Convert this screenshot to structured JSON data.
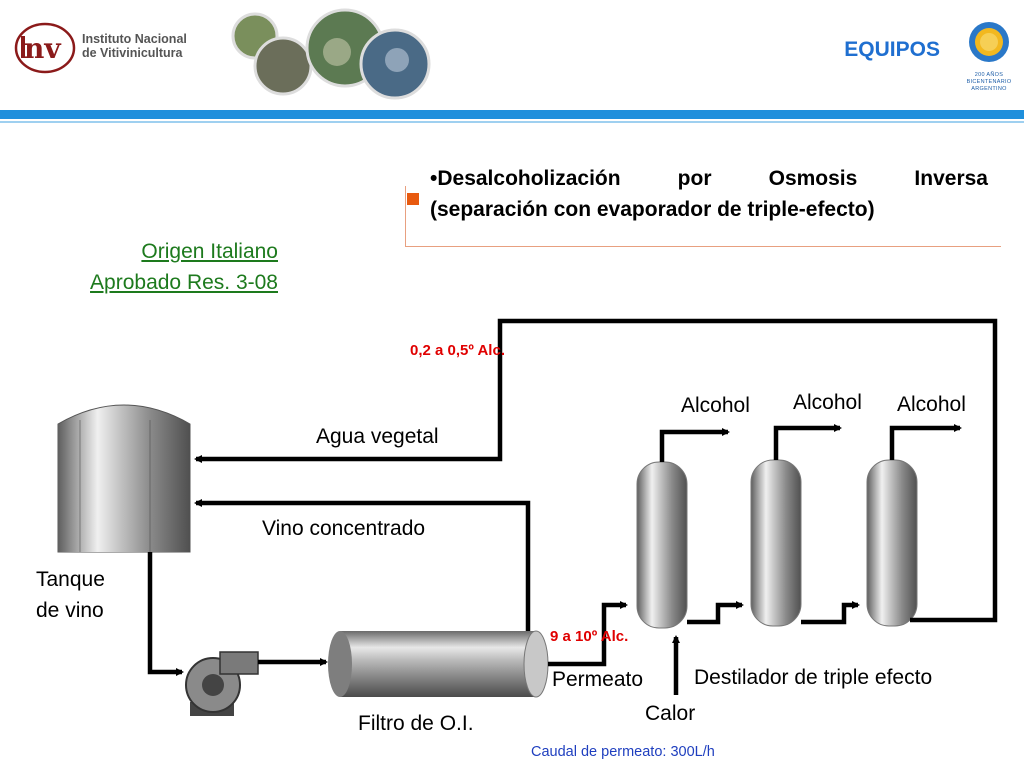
{
  "header": {
    "logo_lines": [
      "Instituto Nacional",
      "de Vitivinicultura"
    ],
    "title": "EQUIPOS",
    "seal_lines": [
      "200 AÑOS",
      "BICENTENARIO",
      "ARGENTINO"
    ]
  },
  "bullet": {
    "line1": "•Desalcoholización por Osmosis Inversa",
    "line2": "(separación con evaporador de triple-efecto)"
  },
  "origin": {
    "line1": "Origen Italiano",
    "line2": "Aprobado Res. 3-08"
  },
  "diagram": {
    "tank_label_1": "Tanque",
    "tank_label_2": "de vino",
    "agua_vegetal": "Agua vegetal",
    "vino_concentrado": "Vino concentrado",
    "filtro": "Filtro de O.I.",
    "permeato": "Permeato",
    "calor": "Calor",
    "destilador": "Destilador de triple efecto",
    "alcohol_1": "Alcohol",
    "alcohol_2": "Alcohol",
    "alcohol_3": "Alcohol",
    "alc_low": "0,2 a 0,5º Alc.",
    "alc_high": "9 a 10º Alc."
  },
  "caption": "Caudal de permeato: 300L/h",
  "colors": {
    "accent_blue": "#1f8fdc",
    "title_blue": "#1f6fd0",
    "bullet_orange": "#e85a0f",
    "origin_green": "#1d7a1d",
    "alc_red": "#e00000"
  }
}
